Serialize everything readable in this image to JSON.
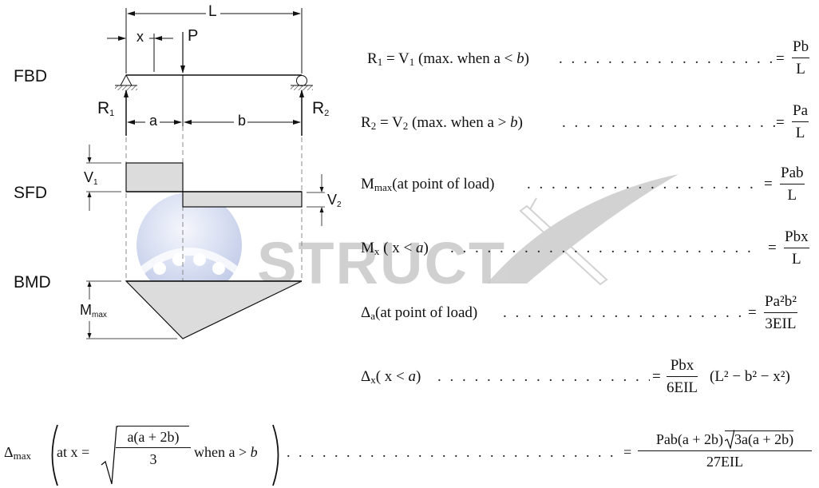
{
  "section_labels": {
    "fbd": "FBD",
    "sfd": "SFD",
    "bmd": "BMD"
  },
  "diagram_labels": {
    "span": "L",
    "x": "x",
    "load": "P",
    "r1": "R",
    "r1_sub": "1",
    "r2": "R",
    "r2_sub": "2",
    "a": "a",
    "b": "b",
    "v1": "V",
    "v1_sub": "1",
    "v2": "V",
    "v2_sub": "2",
    "mmax": "M",
    "mmax_sub": "max"
  },
  "watermark": {
    "text": "STRUCTX",
    "color": "#c8c8c8",
    "globe_color": "#b9c6e6"
  },
  "equations": [
    {
      "id": "r1",
      "lhs": "R",
      "lhs_sub": "1",
      "mid": " = V",
      "mid_sub": "1",
      "cond": " (max. when a < ",
      "cond_var": "b",
      "cond_end": ")",
      "rhs_num": "Pb",
      "rhs_den": "L"
    },
    {
      "id": "r2",
      "lhs": "R",
      "lhs_sub": "2",
      "mid": " = V",
      "mid_sub": "2",
      "cond": " (max. when a > ",
      "cond_var": "b",
      "cond_end": ")",
      "rhs_num": "Pa",
      "rhs_den": "L"
    },
    {
      "id": "mmax",
      "lhs": "M",
      "lhs_sub": "max",
      "cond": "(at point of load)",
      "rhs_num": "Pab",
      "rhs_den": "L"
    },
    {
      "id": "mx",
      "lhs": "M",
      "lhs_sub": "x",
      "cond": " ( x < ",
      "cond_var": "a",
      "cond_end": ")",
      "rhs_num": "Pbx",
      "rhs_den": "L"
    },
    {
      "id": "delta_a",
      "lhs": "Δ",
      "lhs_sub": "a",
      "cond": "(at point of load)",
      "rhs_num": "Pa²b²",
      "rhs_den": "3EIL"
    },
    {
      "id": "delta_x",
      "lhs": "Δ",
      "lhs_sub": "x",
      "cond": "( x < ",
      "cond_var": "a",
      "cond_end": ")",
      "rhs_num": "Pbx",
      "rhs_den": "6EIL",
      "rhs_tail": "(L² − b² − x²)"
    },
    {
      "id": "delta_max",
      "lhs": "Δ",
      "lhs_sub": "max",
      "cond": "at x = ",
      "sqrt_num": "a(a + 2b)",
      "sqrt_den": "3",
      "cond2": " when a > ",
      "cond_var": "b",
      "rhs_num": "Pab(a + 2b)√3a(a + 2b)",
      "rhs_num_a": "Pab(a + 2b)",
      "rhs_num_sqrt": "3a(a + 2b)",
      "rhs_den": "27EIL"
    }
  ],
  "dots": ". . . . . . . . . . . . . . . . . . . . . . . . . . . . . . . . . . . . . . .",
  "equals": "="
}
